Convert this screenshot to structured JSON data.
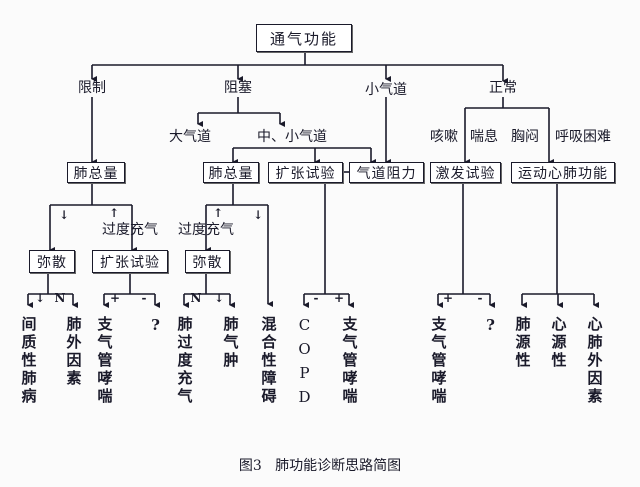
{
  "root": "通气功能",
  "branches": {
    "restrictive": "限制",
    "obstructive": "阻塞",
    "small_airway": "小气道",
    "normal": "正常"
  },
  "obstructive_sub": {
    "large": "大气道",
    "mid_small": "中、小气道"
  },
  "symptoms": [
    "咳嗽",
    "喘息",
    "胸闷",
    "呼吸困难"
  ],
  "boxes": {
    "tlc_left": "肺总量",
    "tlc_mid": "肺总量",
    "bdt_mid": "扩张试验",
    "raw": "气道阻力",
    "bpt": "激发试验",
    "cpet": "运动心肺功能",
    "dlco_left": "弥散",
    "bdt_left": "扩张试验",
    "dlco_mid": "弥散"
  },
  "upper_markers": {
    "left_down": "↓",
    "left_up": "↑",
    "left_hyper": "过度充气",
    "mid_up": "↑",
    "mid_down": "↓",
    "mid_hyper": "过度充气"
  },
  "lower_markers": {
    "dlco_left": [
      "↓",
      "N"
    ],
    "bdt_left": [
      "+",
      "-"
    ],
    "dlco_mid": [
      "N",
      "↓"
    ],
    "bdt_mid": [
      "-",
      "+"
    ],
    "bpt": [
      "+",
      "-"
    ]
  },
  "outcomes": {
    "interstitial": "间质性肺病",
    "extrapulm": "肺外因素",
    "asthma1": "支气管哮喘",
    "unknown1": "?",
    "hyperinflation": "肺过度充气",
    "emphysema": "肺气肿",
    "mixed": "混合性障碍",
    "copd": "COPD",
    "asthma2": "支气管哮喘",
    "asthma3": "支气管哮喘",
    "unknown2": "?",
    "pulmonary": "肺源性",
    "cardiac": "心源性",
    "extra_cardiopulm": "心肺外因素"
  },
  "caption": "图3   肺功能诊断思路简图"
}
